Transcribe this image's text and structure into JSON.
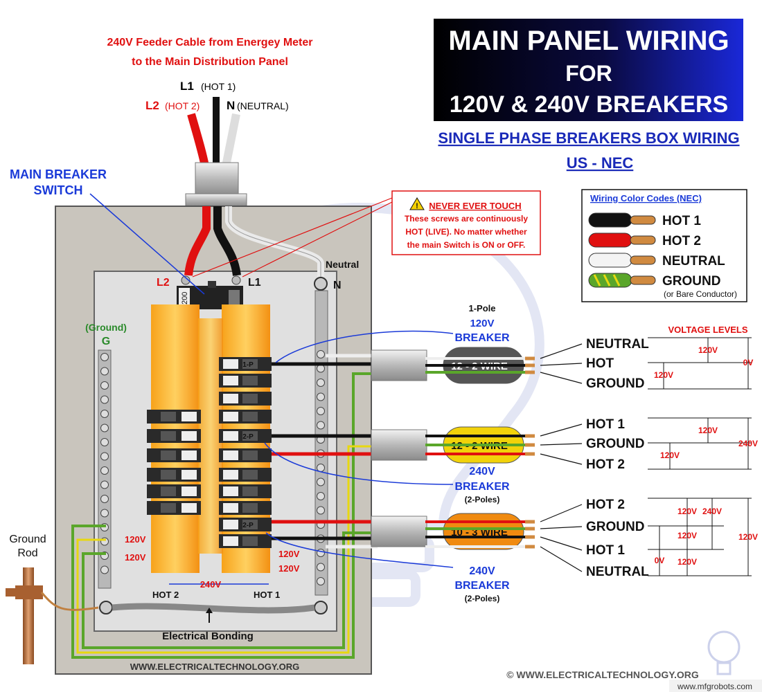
{
  "title": {
    "line1": "MAIN PANEL WIRING",
    "line2": "FOR",
    "line3": "120V & 240V BREAKERS",
    "subtitle1": "SINGLE PHASE BREAKERS BOX WIRING",
    "subtitle2": "US - NEC"
  },
  "feeder": {
    "line1": "240V Feeder Cable from Energey Meter",
    "line2": "to the Main Distribution Panel",
    "l1": "L1",
    "l1_note": "(HOT 1)",
    "l2": "L2",
    "l2_note": "(HOT 2)",
    "n": "N",
    "n_note": "(NEUTRAL)"
  },
  "main_breaker": {
    "line1": "MAIN BREAKER",
    "line2": "SWITCH",
    "rating": "200"
  },
  "warning": {
    "title": "NEVER EVER TOUCH",
    "line1": "These screws are continuously",
    "line2": "HOT (LIVE). No matter whether",
    "line3": "the main Switch is ON or OFF."
  },
  "legend": {
    "title": "Wiring Color Codes (NEC)",
    "items": [
      {
        "label": "HOT 1",
        "color": "#111111"
      },
      {
        "label": "HOT 2",
        "color": "#e01010"
      },
      {
        "label": "NEUTRAL",
        "color": "#f4f4f4"
      },
      {
        "label": "GROUND",
        "color": "#5aa62a"
      }
    ],
    "ground_note": "(or Bare Conductor)"
  },
  "panel": {
    "l2": "L2",
    "l1": "L1",
    "neutral": "Neutral",
    "n": "N",
    "ground": "(Ground)",
    "g": "G",
    "ground_rod_1": "Ground",
    "ground_rod_2": "Rod",
    "hot2": "HOT 2",
    "hot1": "HOT 1",
    "v240": "240V",
    "v120": "120V",
    "bonding": "Electrical Bonding",
    "website": "WWW.ELECTRICALTECHNOLOGY.ORG",
    "breaker_1p": "1-P",
    "breaker_2p": "2-P"
  },
  "breakers": {
    "one_pole": {
      "line1": "1-Pole",
      "line2": "120V",
      "line3": "BREAKER"
    },
    "two_pole_a": {
      "line1": "240V",
      "line2": "BREAKER",
      "line3": "(2-Poles)"
    },
    "two_pole_b": {
      "line1": "240V",
      "line2": "BREAKER",
      "line3": "(2-Poles)"
    }
  },
  "cables": {
    "c1": {
      "label": "12 - 2 WIRE",
      "color": "#555555",
      "wires": [
        "NEUTRAL",
        "HOT",
        "GROUND"
      ]
    },
    "c2": {
      "label": "12 - 2 WIRE",
      "color": "#f2d20a",
      "wires": [
        "HOT 1",
        "GROUND",
        "HOT 2"
      ]
    },
    "c3": {
      "label": "10 - 3 WIRE",
      "color": "#f08a10",
      "wires": [
        "HOT 2",
        "GROUND",
        "HOT 1",
        "NEUTRAL"
      ]
    }
  },
  "voltage": {
    "title": "VOLTAGE LEVELS",
    "v120": "120V",
    "v240": "240V",
    "v0": "0V"
  },
  "copyright": "© WWW.ELECTRICALTECHNOLOGY.ORG",
  "watermark": "www.mfgrobots.com"
}
